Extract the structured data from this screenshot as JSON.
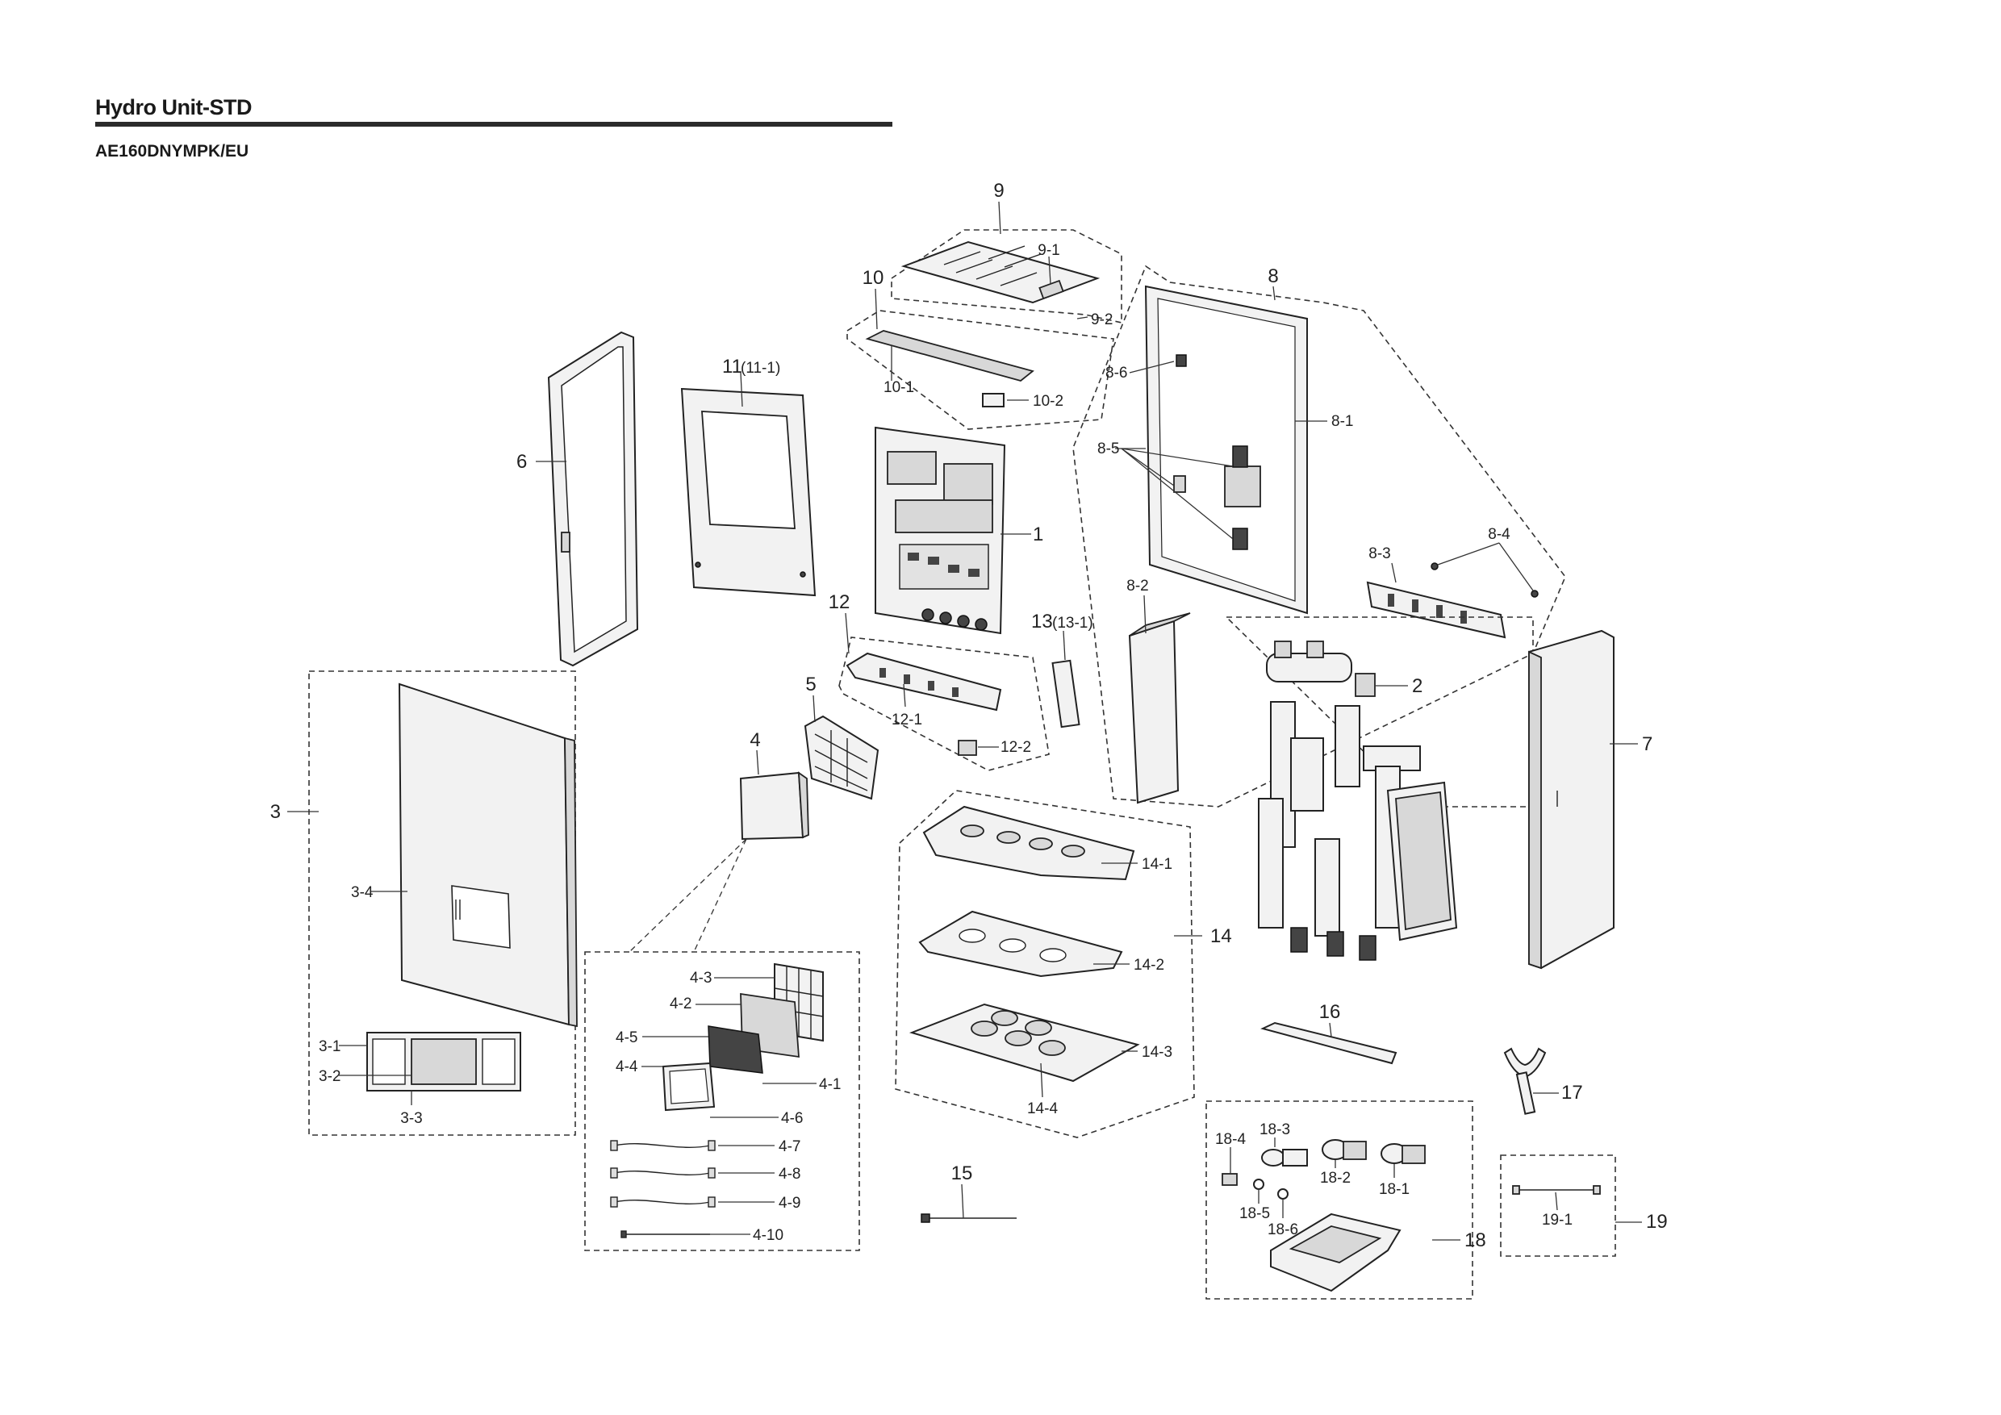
{
  "header": {
    "title": "Hydro Unit-STD",
    "model": "AE160DNYMPK/EU"
  },
  "labels": {
    "p1": "1",
    "p2": "2",
    "p3": "3",
    "p3_1": "3-1",
    "p3_2": "3-2",
    "p3_3": "3-3",
    "p3_4": "3-4",
    "p4": "4",
    "p4_1": "4-1",
    "p4_2": "4-2",
    "p4_3": "4-3",
    "p4_4": "4-4",
    "p4_5": "4-5",
    "p4_6": "4-6",
    "p4_7": "4-7",
    "p4_8": "4-8",
    "p4_9": "4-9",
    "p4_10": "4-10",
    "p5": "5",
    "p6": "6",
    "p7": "7",
    "p8": "8",
    "p8_1": "8-1",
    "p8_2": "8-2",
    "p8_3": "8-3",
    "p8_4": "8-4",
    "p8_5": "8-5",
    "p8_6": "8-6",
    "p9": "9",
    "p9_1": "9-1",
    "p9_2": "9-2",
    "p10": "10",
    "p10_1": "10-1",
    "p10_2": "10-2",
    "p11": "11",
    "p11_sub": "(11-1)",
    "p12": "12",
    "p12_1": "12-1",
    "p12_2": "12-2",
    "p13": "13",
    "p13_sub": "(13-1)",
    "p14": "14",
    "p14_1": "14-1",
    "p14_2": "14-2",
    "p14_3": "14-3",
    "p14_4": "14-4",
    "p15": "15",
    "p16": "16",
    "p17": "17",
    "p18": "18",
    "p18_1": "18-1",
    "p18_2": "18-2",
    "p18_3": "18-3",
    "p18_4": "18-4",
    "p18_5": "18-5",
    "p18_6": "18-6",
    "p19": "19",
    "p19_1": "19-1"
  }
}
